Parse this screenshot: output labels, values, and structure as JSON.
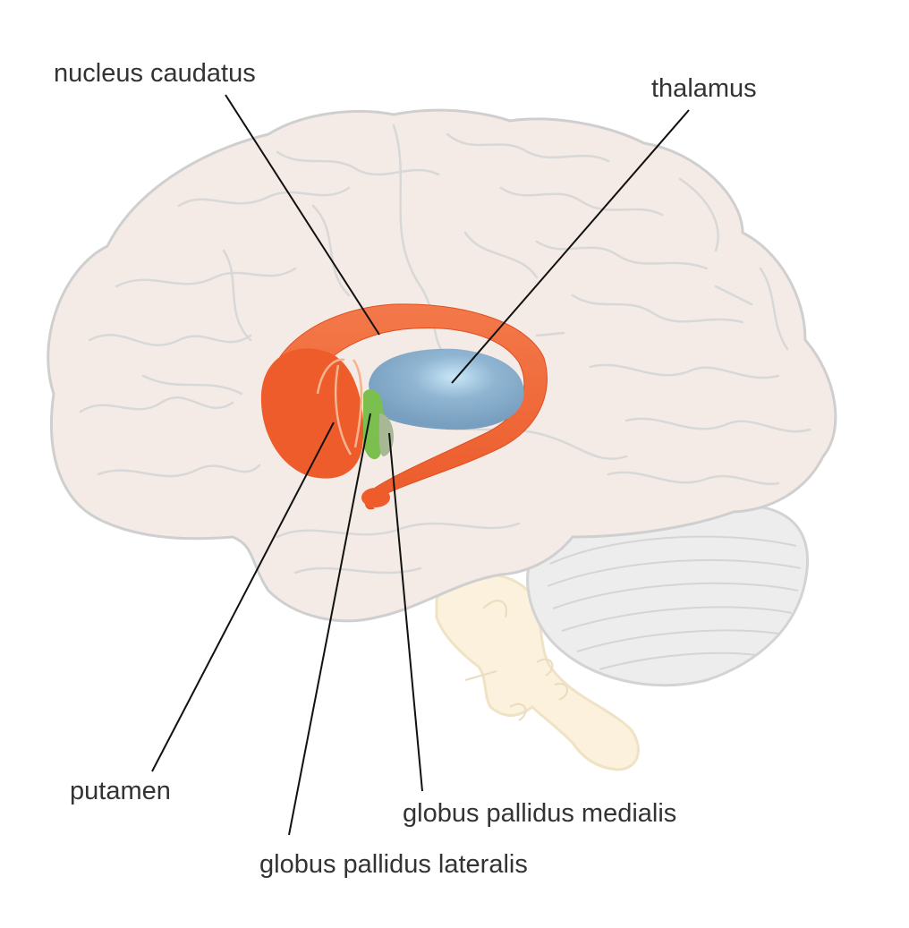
{
  "labels": {
    "nucleus_caudatus": "nucleus caudatus",
    "thalamus": "thalamus",
    "putamen": "putamen",
    "globus_pallidus_medialis": "globus pallidus medialis",
    "globus_pallidus_lateralis": "globus pallidus lateralis"
  },
  "colors": {
    "cortex_fill": "#f5ebe6",
    "cortex_outline": "#cfcfcf",
    "cerebellum_fill": "#ededed",
    "brainstem_fill": "#fbf1dc",
    "caudate_putamen": "#f06232",
    "thalamus": "#7fa5c4",
    "globus_pallidus_lateralis": "#7bbf4e",
    "globus_pallidus_medialis": "#a8b894",
    "leader_line": "#111111",
    "label_text": "#333333"
  }
}
